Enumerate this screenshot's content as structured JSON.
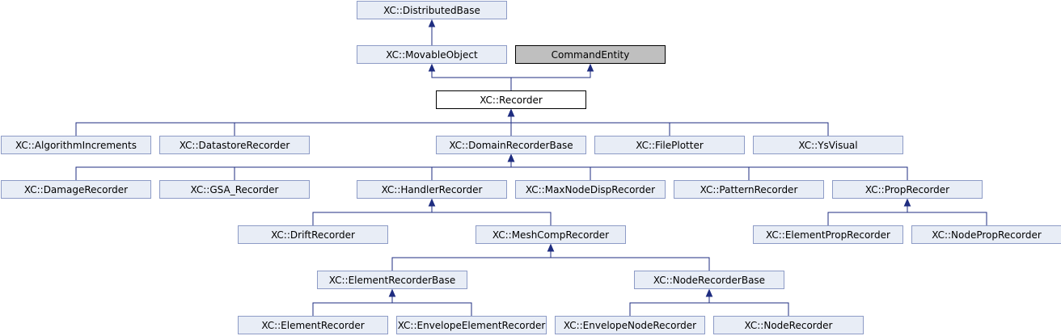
{
  "colors": {
    "box_fill": "#e8edf6",
    "box_border": "#8d9bc6",
    "current_fill": "#ffffff",
    "current_border": "#000000",
    "external_fill": "#bfbfbf",
    "external_border": "#000000",
    "edge": "#1f2d80"
  },
  "nodes": [
    {
      "id": "distributedbase",
      "label": "XC::DistributedBase",
      "style": "normal"
    },
    {
      "id": "movableobject",
      "label": "XC::MovableObject",
      "style": "normal"
    },
    {
      "id": "commandentity",
      "label": "CommandEntity",
      "style": "external"
    },
    {
      "id": "recorder",
      "label": "XC::Recorder",
      "style": "current"
    },
    {
      "id": "algorithmincrements",
      "label": "XC::AlgorithmIncrements",
      "style": "normal"
    },
    {
      "id": "datastorerecorder",
      "label": "XC::DatastoreRecorder",
      "style": "normal"
    },
    {
      "id": "domainrecorderbase",
      "label": "XC::DomainRecorderBase",
      "style": "normal"
    },
    {
      "id": "fileplotter",
      "label": "XC::FilePlotter",
      "style": "normal"
    },
    {
      "id": "ysvisual",
      "label": "XC::YsVisual",
      "style": "normal"
    },
    {
      "id": "damagerecorder",
      "label": "XC::DamageRecorder",
      "style": "normal"
    },
    {
      "id": "gsarecorder",
      "label": "XC::GSA_Recorder",
      "style": "normal"
    },
    {
      "id": "handlerrecorder",
      "label": "XC::HandlerRecorder",
      "style": "normal"
    },
    {
      "id": "maxnodedisprecorder",
      "label": "XC::MaxNodeDispRecorder",
      "style": "normal"
    },
    {
      "id": "patternrecorder",
      "label": "XC::PatternRecorder",
      "style": "normal"
    },
    {
      "id": "proprecorder",
      "label": "XC::PropRecorder",
      "style": "normal"
    },
    {
      "id": "driftrecorder",
      "label": "XC::DriftRecorder",
      "style": "normal"
    },
    {
      "id": "meshcomprecorder",
      "label": "XC::MeshCompRecorder",
      "style": "normal"
    },
    {
      "id": "elementproprecorder",
      "label": "XC::ElementPropRecorder",
      "style": "normal"
    },
    {
      "id": "nodeproprecorder",
      "label": "XC::NodePropRecorder",
      "style": "normal"
    },
    {
      "id": "elementrecorderbase",
      "label": "XC::ElementRecorderBase",
      "style": "normal"
    },
    {
      "id": "noderecorderbase",
      "label": "XC::NodeRecorderBase",
      "style": "normal"
    },
    {
      "id": "elementrecorder",
      "label": "XC::ElementRecorder",
      "style": "normal"
    },
    {
      "id": "envelopeelementrecorder",
      "label": "XC::EnvelopeElementRecorder",
      "style": "normal"
    },
    {
      "id": "envelopenoderecorder",
      "label": "XC::EnvelopeNodeRecorder",
      "style": "normal"
    },
    {
      "id": "noderecorder",
      "label": "XC::NodeRecorder",
      "style": "normal"
    }
  ],
  "inheritance": [
    {
      "child": "movableobject",
      "parent": "distributedbase"
    },
    {
      "child": "recorder",
      "parent": "movableobject"
    },
    {
      "child": "recorder",
      "parent": "commandentity"
    },
    {
      "child": "algorithmincrements",
      "parent": "recorder"
    },
    {
      "child": "datastorerecorder",
      "parent": "recorder"
    },
    {
      "child": "domainrecorderbase",
      "parent": "recorder"
    },
    {
      "child": "fileplotter",
      "parent": "recorder"
    },
    {
      "child": "ysvisual",
      "parent": "recorder"
    },
    {
      "child": "damagerecorder",
      "parent": "domainrecorderbase"
    },
    {
      "child": "gsarecorder",
      "parent": "domainrecorderbase"
    },
    {
      "child": "handlerrecorder",
      "parent": "domainrecorderbase"
    },
    {
      "child": "maxnodedisprecorder",
      "parent": "domainrecorderbase"
    },
    {
      "child": "patternrecorder",
      "parent": "domainrecorderbase"
    },
    {
      "child": "proprecorder",
      "parent": "domainrecorderbase"
    },
    {
      "child": "driftrecorder",
      "parent": "handlerrecorder"
    },
    {
      "child": "meshcomprecorder",
      "parent": "handlerrecorder"
    },
    {
      "child": "elementproprecorder",
      "parent": "proprecorder"
    },
    {
      "child": "nodeproprecorder",
      "parent": "proprecorder"
    },
    {
      "child": "elementrecorderbase",
      "parent": "meshcomprecorder"
    },
    {
      "child": "noderecorderbase",
      "parent": "meshcomprecorder"
    },
    {
      "child": "elementrecorder",
      "parent": "elementrecorderbase"
    },
    {
      "child": "envelopeelementrecorder",
      "parent": "elementrecorderbase"
    },
    {
      "child": "envelopenoderecorder",
      "parent": "noderecorderbase"
    },
    {
      "child": "noderecorder",
      "parent": "noderecorderbase"
    }
  ]
}
